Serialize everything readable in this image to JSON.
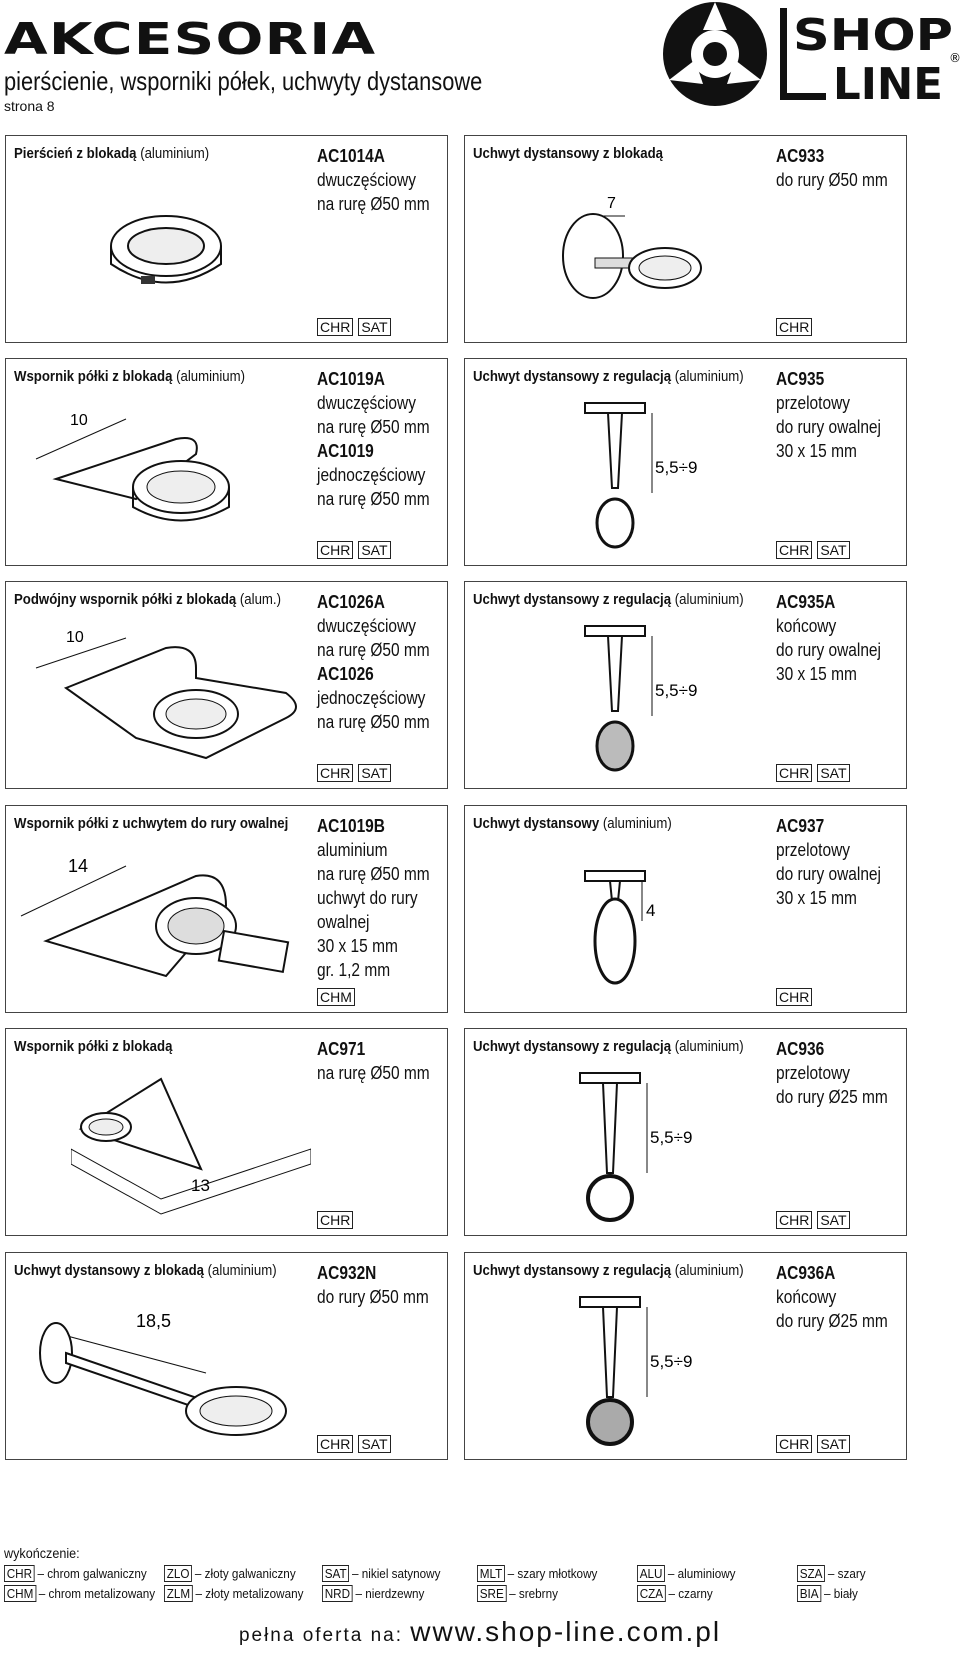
{
  "header": {
    "title": "AKCESORIA",
    "subtitle": "pierścienie, wsporniki półek, uchwyty dystansowe",
    "page": "strona 8",
    "logo_top": "SHOP",
    "logo_bottom": "LINE"
  },
  "cards": [
    {
      "name": "Pierścień z blokadą",
      "material": " (aluminium)",
      "lines": [
        "AC1014A",
        "dwuczęściowy",
        "na rurę Ø50 mm"
      ],
      "bold": [
        0
      ],
      "dim": "",
      "tags": [
        "CHR",
        "SAT"
      ]
    },
    {
      "name": "Uchwyt dystansowy z blokadą",
      "material": "",
      "lines": [
        "AC933",
        "do rury Ø50 mm"
      ],
      "bold": [
        0
      ],
      "dim": "7",
      "tags": [
        "CHR"
      ]
    },
    {
      "name": "Wspornik półki z blokadą",
      "material": " (aluminium)",
      "lines": [
        "AC1019A",
        "dwuczęściowy",
        "na rurę Ø50 mm",
        "AC1019",
        "jednoczęściowy",
        "na rurę Ø50 mm"
      ],
      "bold": [
        0,
        3
      ],
      "dim": "10",
      "tags": [
        "CHR",
        "SAT"
      ]
    },
    {
      "name": "Uchwyt dystansowy z regulacją",
      "material": " (aluminium)",
      "lines": [
        "AC935",
        "przelotowy",
        "do rury owalnej",
        "30 x 15 mm"
      ],
      "bold": [
        0
      ],
      "dim": "5,5÷9",
      "tags": [
        "CHR",
        "SAT"
      ]
    },
    {
      "name": "Podwójny wspornik półki z blokadą",
      "material": " (alum.)",
      "lines": [
        "AC1026A",
        "dwuczęściowy",
        "na rurę Ø50 mm",
        "AC1026",
        "jednoczęściowy",
        "na rurę Ø50 mm"
      ],
      "bold": [
        0,
        3
      ],
      "dim": "10",
      "tags": [
        "CHR",
        "SAT"
      ]
    },
    {
      "name": "Uchwyt dystansowy z regulacją",
      "material": " (aluminium)",
      "lines": [
        "AC935A",
        "końcowy",
        "do rury owalnej",
        "30 x 15 mm"
      ],
      "bold": [
        0
      ],
      "dim": "5,5÷9",
      "tags": [
        "CHR",
        "SAT"
      ]
    },
    {
      "name": "Wspornik półki z uchwytem do rury owalnej",
      "material": "",
      "lines": [
        "AC1019B",
        "aluminium",
        "na rurę Ø50 mm",
        "uchwyt do rury",
        "owalnej",
        "30 x 15 mm",
        "gr. 1,2 mm"
      ],
      "bold": [
        0
      ],
      "dim": "14",
      "tags": [
        "CHM"
      ]
    },
    {
      "name": "Uchwyt dystansowy",
      "material": " (aluminium)",
      "lines": [
        "AC937",
        "przelotowy",
        "do rury owalnej",
        "30 x 15 mm"
      ],
      "bold": [
        0
      ],
      "dim": "4",
      "tags": [
        "CHR"
      ]
    },
    {
      "name": "Wspornik półki z blokadą",
      "material": "",
      "lines": [
        "AC971",
        "na rurę Ø50 mm"
      ],
      "bold": [
        0
      ],
      "dim": "13",
      "tags": [
        "CHR"
      ]
    },
    {
      "name": "Uchwyt dystansowy z regulacją",
      "material": " (aluminium)",
      "lines": [
        "AC936",
        "przelotowy",
        "do rury Ø25 mm"
      ],
      "bold": [
        0
      ],
      "dim": "5,5÷9",
      "tags": [
        "CHR",
        "SAT"
      ]
    },
    {
      "name": "Uchwyt dystansowy z blokadą",
      "material": " (aluminium)",
      "lines": [
        "AC932N",
        "do rury Ø50 mm"
      ],
      "bold": [
        0
      ],
      "dim": "18,5",
      "tags": [
        "CHR",
        "SAT"
      ]
    },
    {
      "name": "Uchwyt dystansowy z regulacją",
      "material": " (aluminium)",
      "lines": [
        "AC936A",
        "końcowy",
        "do rury Ø25 mm"
      ],
      "bold": [
        0
      ],
      "dim": "5,5÷9",
      "tags": [
        "CHR",
        "SAT"
      ]
    }
  ],
  "legend": {
    "title": "wykończenie:",
    "items": [
      {
        "code": "CHR",
        "label": "– chrom galwaniczny"
      },
      {
        "code": "ZLO",
        "label": "– złoty galwaniczny"
      },
      {
        "code": "SAT",
        "label": "– nikiel satynowy"
      },
      {
        "code": "MLT",
        "label": "– szary młotkowy"
      },
      {
        "code": "ALU",
        "label": "– aluminiowy"
      },
      {
        "code": "SZA",
        "label": "– szary"
      },
      {
        "code": "CHM",
        "label": "– chrom metalizowany"
      },
      {
        "code": "ZLM",
        "label": "– złoty metalizowany"
      },
      {
        "code": "NRD",
        "label": "– nierdzewny"
      },
      {
        "code": "SRE",
        "label": "– srebrny"
      },
      {
        "code": "CZA",
        "label": "– czarny"
      },
      {
        "code": "BIA",
        "label": "– biały"
      }
    ]
  },
  "footer": {
    "prefix": "pełna oferta na: ",
    "url": "www.shop-line.com.pl"
  }
}
